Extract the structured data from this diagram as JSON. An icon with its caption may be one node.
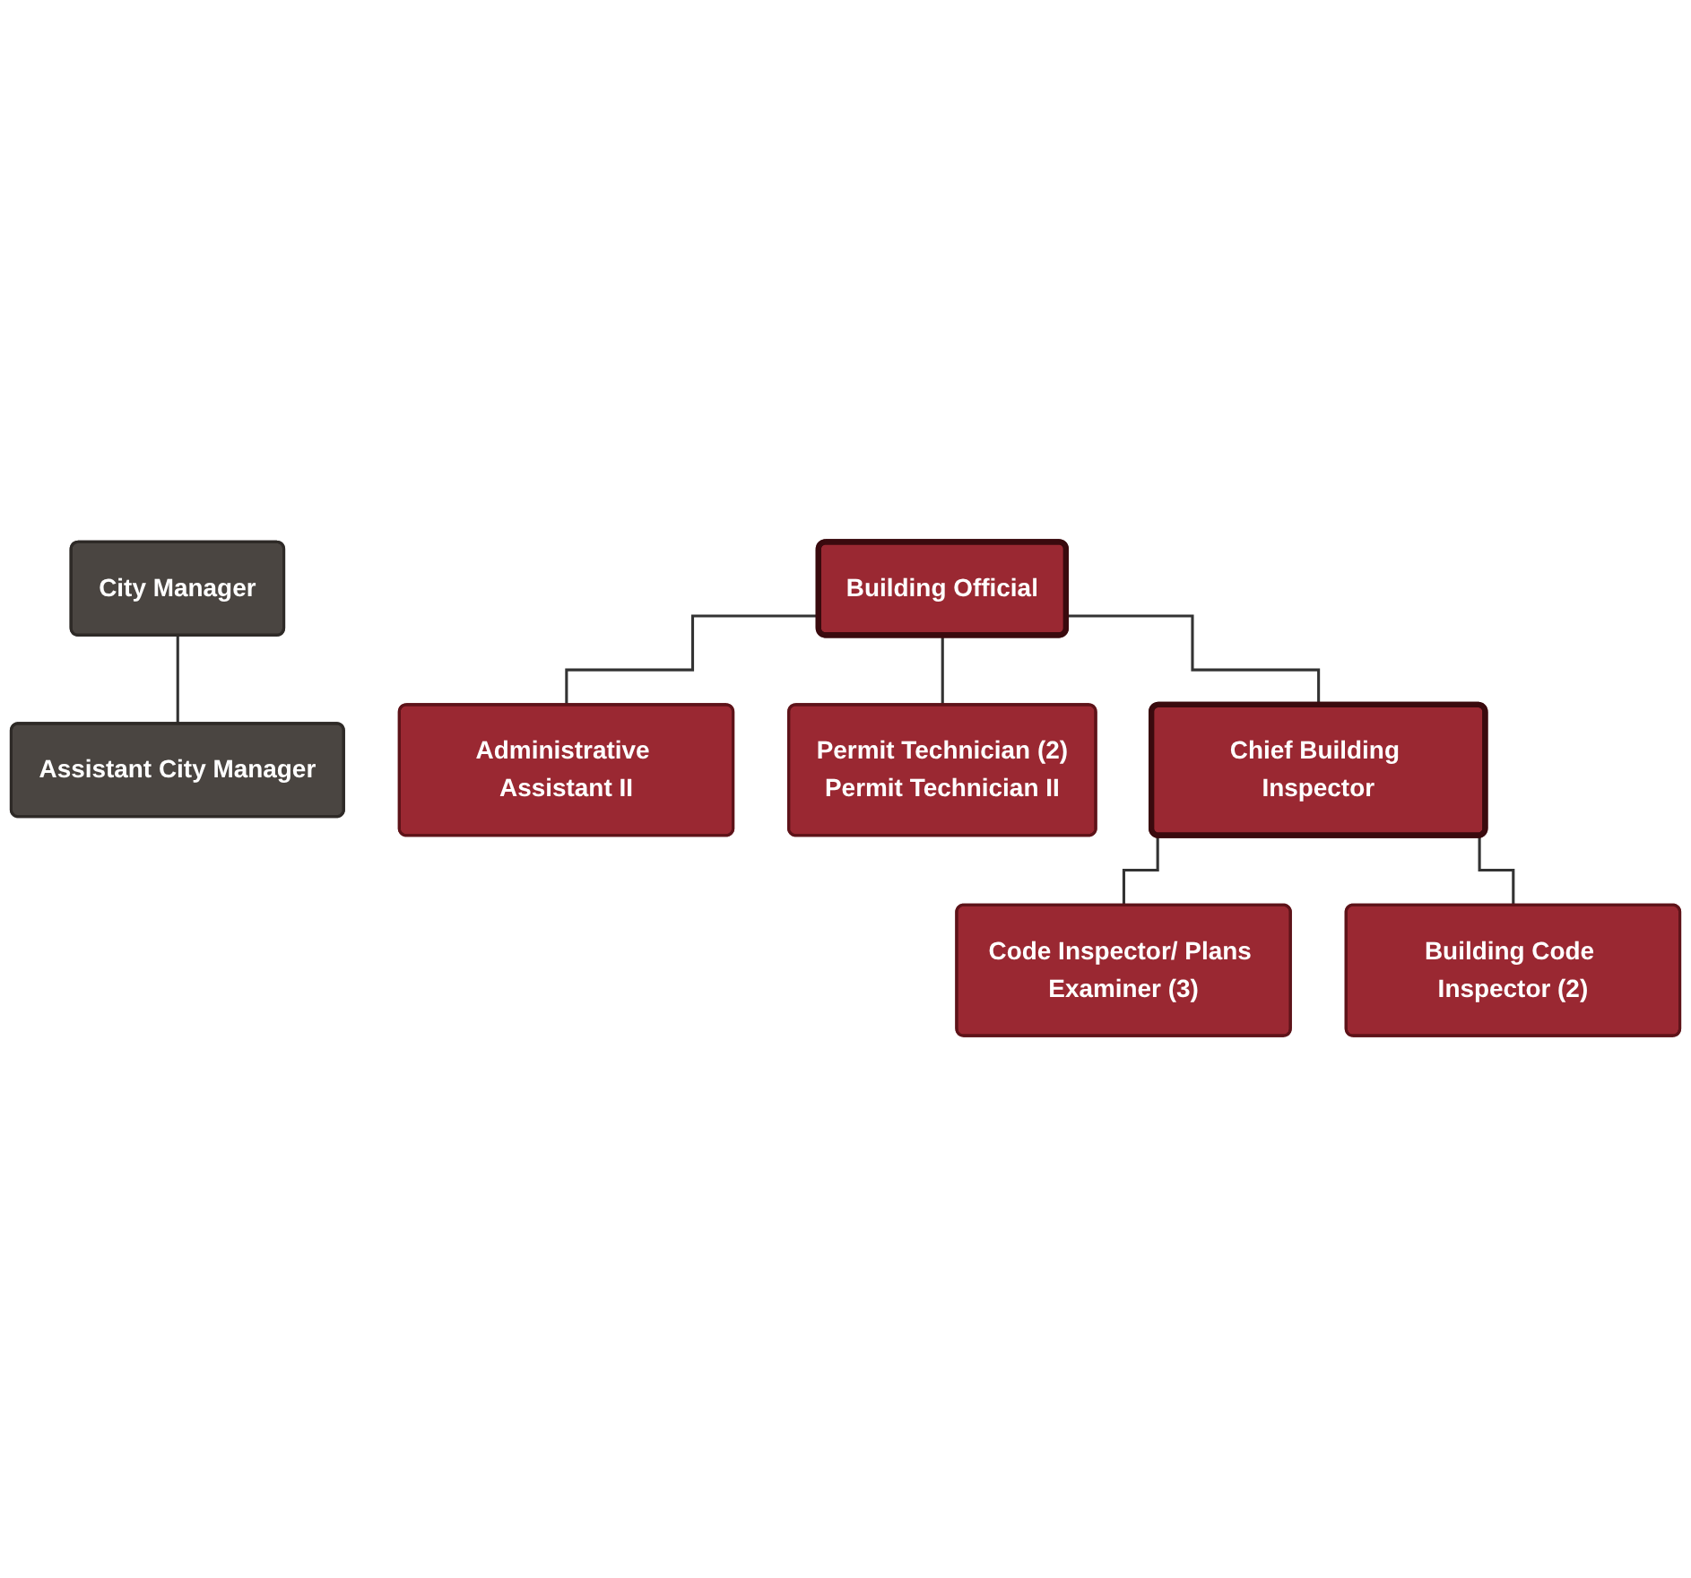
{
  "diagram": {
    "nodes": [
      {
        "text": [
          "City Manager"
        ]
      },
      {
        "text": [
          "Assistant City Manager"
        ]
      },
      {
        "text": [
          "Building Official"
        ]
      },
      {
        "text": [
          "Administrative Assistant II"
        ]
      },
      {
        "text": [
          "Permit Technician (2)",
          "Permit Technician II"
        ]
      },
      {
        "text": [
          "Chief Building Inspector"
        ]
      },
      {
        "text": [
          "Code Inspector/ Plans Examiner (3)"
        ]
      },
      {
        "text": [
          "Building Code Inspector (2)"
        ]
      }
    ],
    "edges": [
      {
        "from": 0,
        "to": 1,
        "arrow": "none"
      },
      {
        "from": 2,
        "to": 3,
        "arrow": "none"
      },
      {
        "from": 2,
        "to": 4,
        "arrow": "none"
      },
      {
        "from": 2,
        "to": 5,
        "arrow": "none"
      },
      {
        "from": 5,
        "to": 6,
        "arrow": "none"
      },
      {
        "from": 5,
        "to": 7,
        "arrow": "none"
      }
    ]
  }
}
